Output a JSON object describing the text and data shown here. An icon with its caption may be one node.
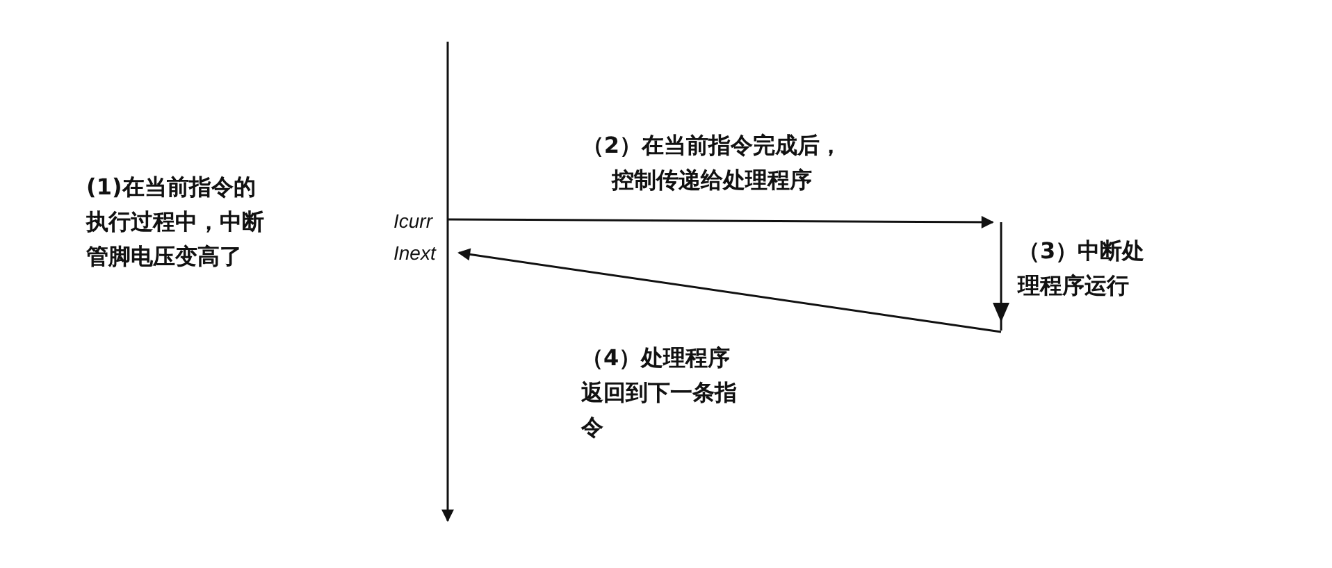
{
  "diagram": {
    "nodes": [
      {
        "text": [
          "Icurr"
        ]
      },
      {
        "text": [
          "Inext"
        ]
      },
      {
        "text": [],
        "shape": "bar",
        "beside": [
          "（3）中断处理程序运行"
        ]
      }
    ],
    "edges": [
      {
        "from": 0,
        "to": 2,
        "arrow": "to",
        "label": "（2）在当前指令完成后，控制传递给处理程序"
      },
      {
        "from": 2,
        "to": 1,
        "arrow": "to",
        "label": "（4）处理程序返回到下一条指令"
      }
    ],
    "labels": [
      "(1)在当前指令的执行过程中，中断管脚电压变高了"
    ]
  }
}
